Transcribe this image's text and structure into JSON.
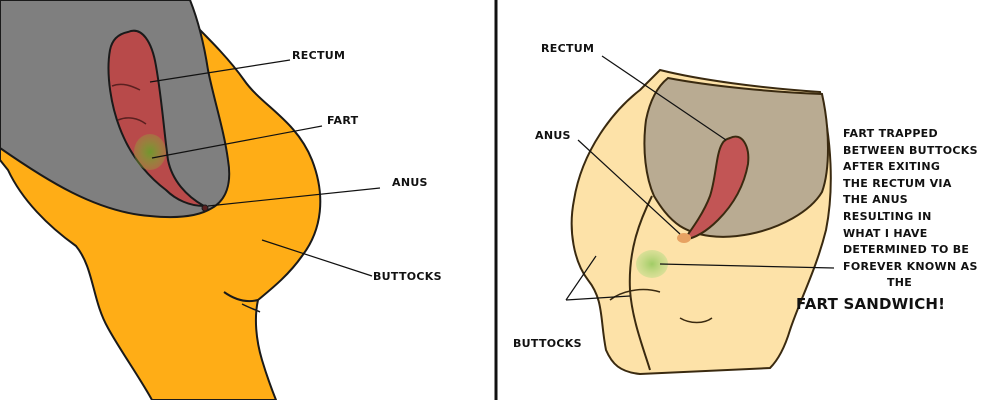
{
  "left_panel": {
    "labels": {
      "rectum": "RECTUM",
      "fart": "FART",
      "anus": "ANUS",
      "buttocks": "BUTTOCKS"
    },
    "colors": {
      "body": "#7f7f7f",
      "buttocks": "#ffad16",
      "rectum": "#b84a4a",
      "fart": "#5e8a2c"
    }
  },
  "right_panel": {
    "labels": {
      "rectum": "RECTUM",
      "anus": "ANUS",
      "buttocks": "BUTTOCKS"
    },
    "caption": {
      "lines": [
        "FART TRAPPED",
        "BETWEEN BUTTOCKS",
        "AFTER EXITING",
        "THE RECTUM VIA",
        "THE ANUS",
        "RESULTING IN",
        "WHAT I HAVE",
        "DETERMINED TO BE",
        "FOREVER KNOWN AS",
        "THE"
      ],
      "headline": "FART SANDWICH!"
    },
    "colors": {
      "body": "#fde2a8",
      "interior": "#b9ab92",
      "rectum": "#c25555",
      "fart": "#a8cf72"
    }
  },
  "divider_color": "#111111"
}
